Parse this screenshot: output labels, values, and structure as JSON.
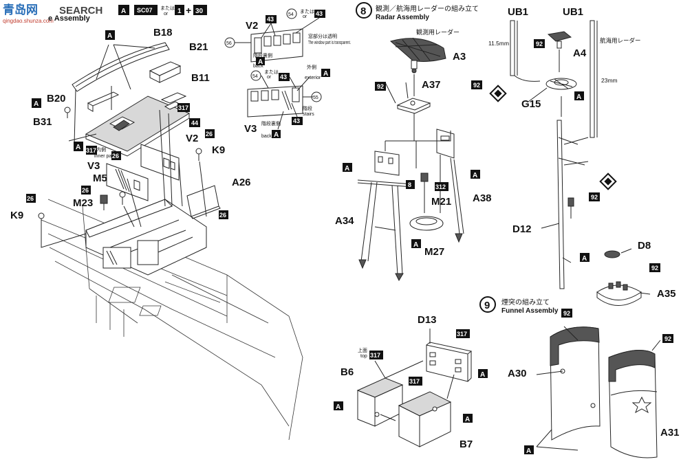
{
  "header": {
    "watermark_left": "青岛网",
    "watermark_url": "qingdao.shunza.com",
    "watermark_search": "SEARCH",
    "step_title_partial": "e Assembly",
    "ref_part": "A",
    "ref_sc": "SC07",
    "ref_or_ja": "または",
    "ref_or_en": "or",
    "ref_num1": "1",
    "ref_plus": "+",
    "ref_num2": "30"
  },
  "bridge_labels": {
    "b18": "B18",
    "b21": "B21",
    "b11": "B11",
    "b20": "B20",
    "b31": "B31",
    "v2": "V2",
    "v3": "V3",
    "m5": "M5",
    "m23": "M23",
    "k9_left": "K9",
    "k9_right": "K9",
    "a26": "A26",
    "inner_ja": "内側",
    "inner_en": "inner part"
  },
  "window_detail": {
    "v2": "V2",
    "v3": "V3",
    "c56": "56",
    "c55": "55",
    "c54a": "54",
    "c54b": "54",
    "c43": "43",
    "or_ja": "または",
    "or_en": "or",
    "transparent_ja": "窓部分は透明",
    "transparent_en": "The window part is transparent.",
    "stairs_back_ja": "階段裏側",
    "stairs_back_en": "back",
    "exterior_ja": "外側",
    "exterior_en": "exterior",
    "stairs_ja": "階段",
    "stairs_en": "stairs"
  },
  "radar": {
    "step": "8",
    "title_ja": "観測／航海用レーダーの組み立て",
    "title_en": "Radar Assembly",
    "observation_radar": "観測用レーダー",
    "a3": "A3",
    "a37": "A37",
    "a34": "A34",
    "a38": "A38",
    "m21": "M21",
    "m27": "M27",
    "c8": "8",
    "c312": "312"
  },
  "mast": {
    "ub1_left": "UB1",
    "ub1_right": "UB1",
    "nav_radar": "航海用レーダー",
    "dim_left": "11.5mm",
    "dim_right": "23mm",
    "a4": "A4",
    "g15": "G15",
    "d12": "D12",
    "d8": "D8",
    "a35": "A35"
  },
  "funnel": {
    "step": "9",
    "title_ja": "煙突の組み立て",
    "title_en": "Funnel Assembly",
    "a30": "A30",
    "a31": "A31"
  },
  "boxes": {
    "d13": "D13",
    "b6": "B6",
    "b7": "B7",
    "top_ja": "上面",
    "top_en": "top"
  },
  "codes": {
    "c317": "317",
    "c26": "26",
    "c44": "44",
    "c92": "92",
    "cA": "A"
  }
}
